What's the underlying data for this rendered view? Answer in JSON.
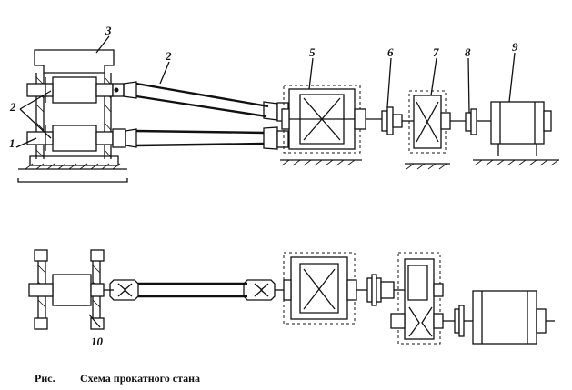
{
  "labels": {
    "n1": "1",
    "n2a": "2",
    "n2b": "2",
    "n3": "3",
    "n5": "5",
    "n6": "6",
    "n7": "7",
    "n8": "8",
    "n9": "9",
    "n10": "10"
  },
  "caption": {
    "prefix": "Рис.",
    "title": "Схема прокатного стана"
  }
}
